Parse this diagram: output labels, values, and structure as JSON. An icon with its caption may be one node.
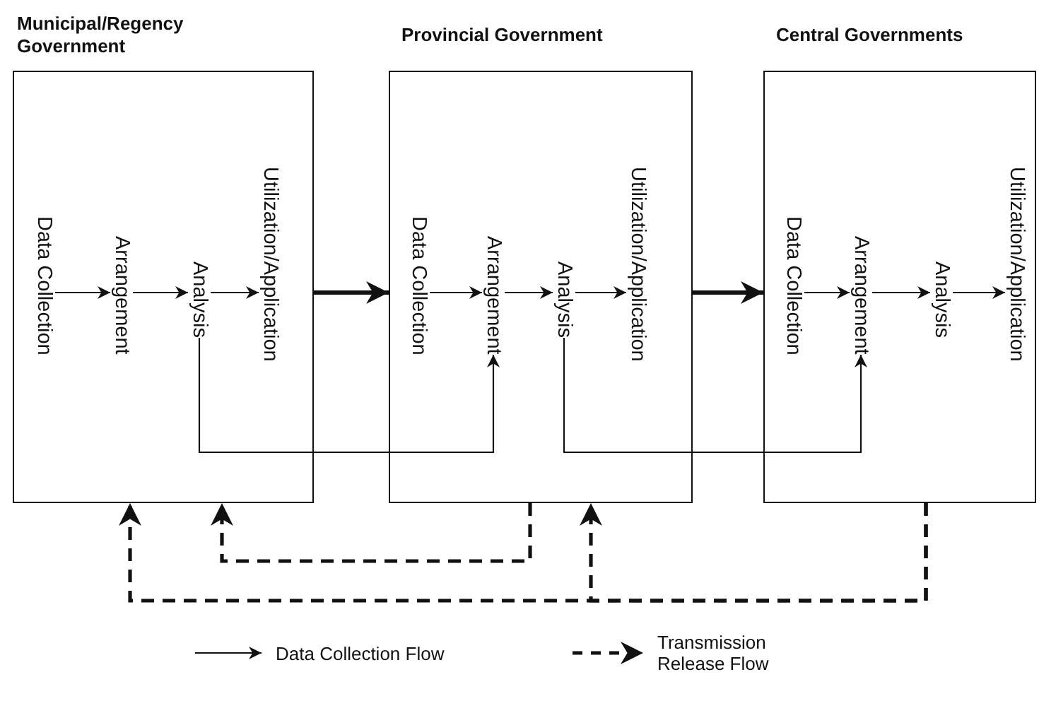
{
  "diagram": {
    "nodes": [
      {
        "text": [
          "Municipal/Regency Government"
        ]
      },
      {
        "text": [
          "Data Collection"
        ],
        "in": 0
      },
      {
        "text": [
          "Arrangement"
        ],
        "in": 0
      },
      {
        "text": [
          "Analysis"
        ],
        "in": 0
      },
      {
        "text": [
          "Utilization/Application"
        ],
        "in": 0
      },
      {
        "text": [
          "Provincial Government"
        ]
      },
      {
        "text": [
          "Data Collection"
        ],
        "in": 5
      },
      {
        "text": [
          "Arrangement"
        ],
        "in": 5
      },
      {
        "text": [
          "Analysis"
        ],
        "in": 5
      },
      {
        "text": [
          "Utilization/Application"
        ],
        "in": 5
      },
      {
        "text": [
          "Central Governments"
        ]
      },
      {
        "text": [
          "Data Collection"
        ],
        "in": 10
      },
      {
        "text": [
          "Arrangement"
        ],
        "in": 10
      },
      {
        "text": [
          "Analysis"
        ],
        "in": 10
      },
      {
        "text": [
          "Utilization/Application"
        ],
        "in": 10
      }
    ],
    "edges": [
      {
        "from": 1,
        "to": 2,
        "arrow": "to"
      },
      {
        "from": 2,
        "to": 3,
        "arrow": "to"
      },
      {
        "from": 3,
        "to": 4,
        "arrow": "to"
      },
      {
        "from": 0,
        "to": 5,
        "arrow": "to",
        "style": "thick"
      },
      {
        "from": 6,
        "to": 7,
        "arrow": "to"
      },
      {
        "from": 7,
        "to": 8,
        "arrow": "to"
      },
      {
        "from": 8,
        "to": 9,
        "arrow": "to"
      },
      {
        "from": 5,
        "to": 10,
        "arrow": "to",
        "style": "thick"
      },
      {
        "from": 11,
        "to": 12,
        "arrow": "to"
      },
      {
        "from": 12,
        "to": 13,
        "arrow": "to"
      },
      {
        "from": 13,
        "to": 14,
        "arrow": "to"
      },
      {
        "from": 3,
        "to": 7,
        "arrow": "to"
      },
      {
        "from": 8,
        "to": 12,
        "arrow": "to"
      },
      {
        "from": 5,
        "to": 0,
        "arrow": "to",
        "style": "dashed"
      },
      {
        "from": 10,
        "to": 0,
        "arrow": "to",
        "style": "dashed"
      },
      {
        "from": 10,
        "to": 5,
        "arrow": "to",
        "style": "dashed"
      }
    ],
    "legend": [
      {
        "text": "Data Collection Flow"
      },
      {
        "text": "Transmission Release Flow"
      }
    ]
  }
}
